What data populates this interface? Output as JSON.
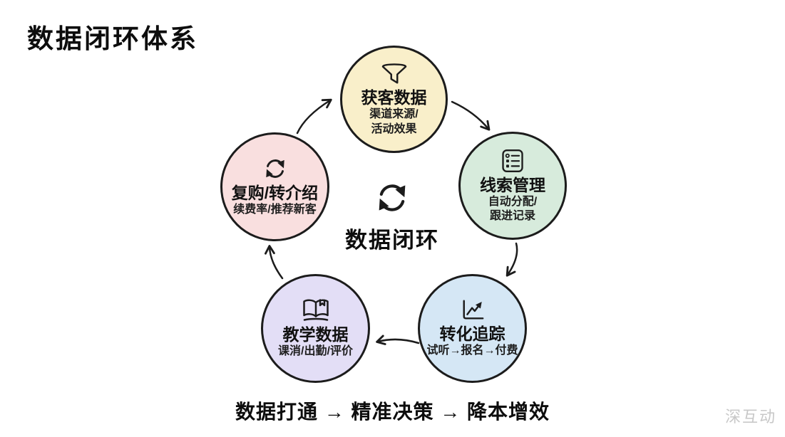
{
  "title": "数据闭环体系",
  "center": {
    "label": "数据闭环",
    "icon": "cycle-icon"
  },
  "nodes": [
    {
      "id": "acquisition",
      "icon": "funnel-icon",
      "title": "获客数据",
      "lines": [
        "渠道来源/",
        "活动效果"
      ],
      "color": "#f9efca"
    },
    {
      "id": "leads",
      "icon": "checklist-icon",
      "title": "线索管理",
      "lines": [
        "自动分配/",
        "跟进记录"
      ],
      "color": "#d7ebdc"
    },
    {
      "id": "conversion",
      "icon": "trend-chart-icon",
      "title": "转化追踪",
      "lines": [
        "试听→报名→付费"
      ],
      "color": "#d5e7f5"
    },
    {
      "id": "teaching",
      "icon": "open-book-icon",
      "title": "教学数据",
      "lines": [
        "课消/出勤/评价"
      ],
      "color": "#e3def6"
    },
    {
      "id": "repurchase",
      "icon": "cycle-icon",
      "title": "复购/转介绍",
      "lines": [
        "续费率/推荐新客"
      ],
      "color": "#f9dfdf"
    }
  ],
  "flow": [
    "复购/转介绍 → 获客数据",
    "获客数据 → 线索管理",
    "线索管理 → 转化追踪",
    "转化追踪 → 教学数据",
    "教学数据 → 复购/转介绍"
  ],
  "tagline": "数据打通 → 精准决策 → 降本增效",
  "watermark": "深互动",
  "colors": {
    "ink": "#1c1c1c",
    "watermark": "#c8c8c8",
    "background": "#ffffff"
  }
}
